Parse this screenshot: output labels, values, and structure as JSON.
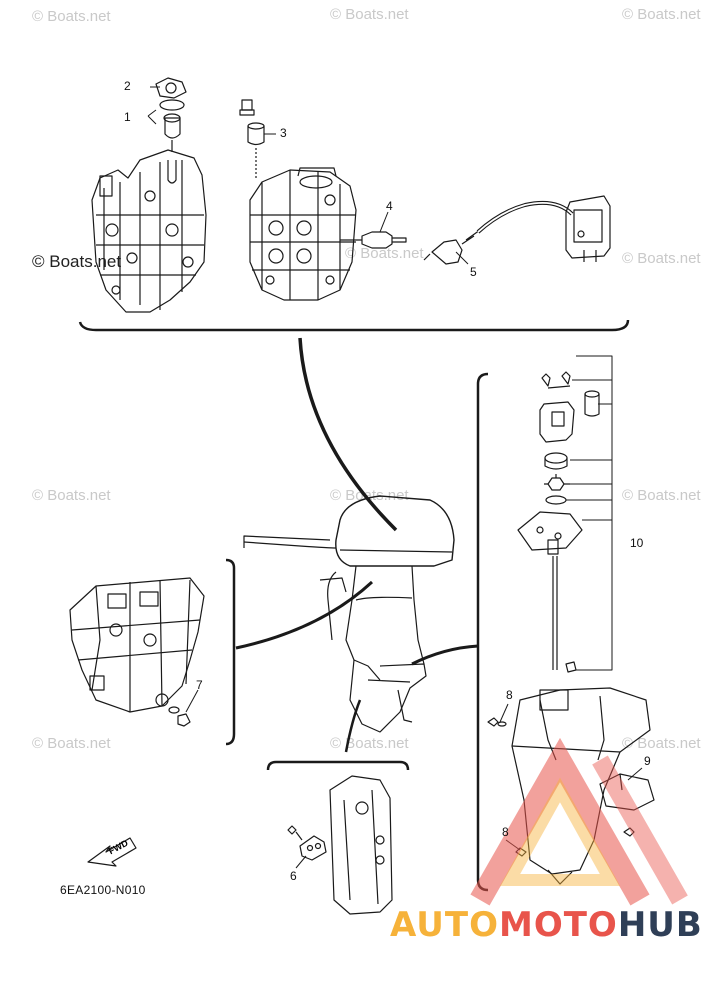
{
  "watermark_text": "© Boats.net",
  "callouts": [
    "1",
    "2",
    "3",
    "4",
    "5",
    "6",
    "7",
    "8",
    "8",
    "9",
    "10"
  ],
  "fwd_label": "FWD",
  "diagram_code": "6EA2100-N010",
  "brand": {
    "part1": "AUTO",
    "part2": "MOTO",
    "part3": "HUB"
  },
  "colors": {
    "line": "#1a1a1a",
    "watermark": "#c9c9c9",
    "logo_red": "#e8544b",
    "logo_orange": "#f6b23a",
    "logo_navy": "#2f3f57"
  }
}
